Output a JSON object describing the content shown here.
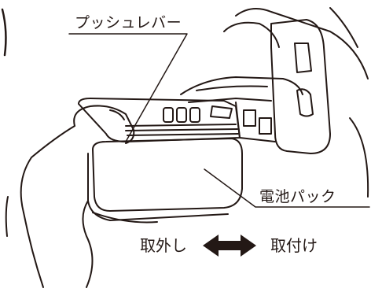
{
  "labels": {
    "push_lever": "プッシュレバー",
    "battery_pack": "電池パック",
    "remove": "取外し",
    "attach": "取付け"
  },
  "icons": {
    "arrow": "double-headed-arrow"
  },
  "colors": {
    "line": "#231815",
    "background": "#ffffff"
  }
}
